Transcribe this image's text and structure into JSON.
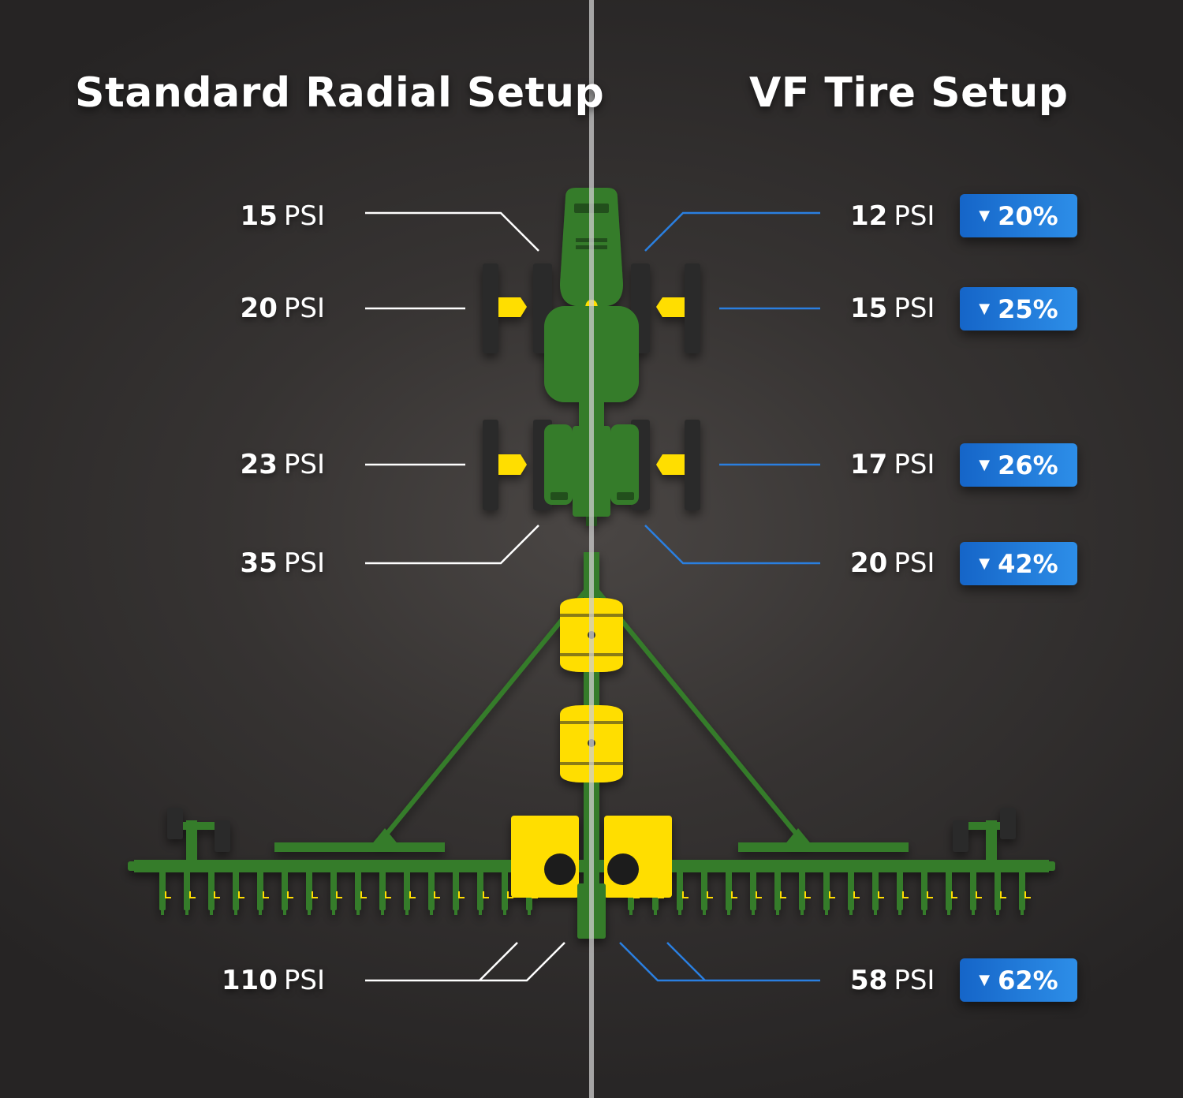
{
  "headings": {
    "left": "Standard Radial Setup",
    "right": "VF Tire Setup"
  },
  "unit": "PSI",
  "rows": [
    {
      "left": "15",
      "right": "12",
      "decrease": "20%"
    },
    {
      "left": "20",
      "right": "15",
      "decrease": "25%"
    },
    {
      "left": "23",
      "right": "17",
      "decrease": "26%"
    },
    {
      "left": "35",
      "right": "20",
      "decrease": "42%"
    },
    {
      "left": "110",
      "right": "58",
      "decrease": "62%"
    }
  ],
  "colors": {
    "background": "#2e2b2a",
    "machine_green": "#367c2b",
    "machine_yellow": "#ffde00",
    "tire": "#2a2a2a",
    "standard_line": "#ffffff",
    "vf_line": "#2a7fe0",
    "badge_start": "#1565c8",
    "badge_end": "#2d8ee8"
  },
  "icons": {
    "decrease": "triangle-down-icon",
    "machine": "tractor-with-planter-top-view"
  }
}
